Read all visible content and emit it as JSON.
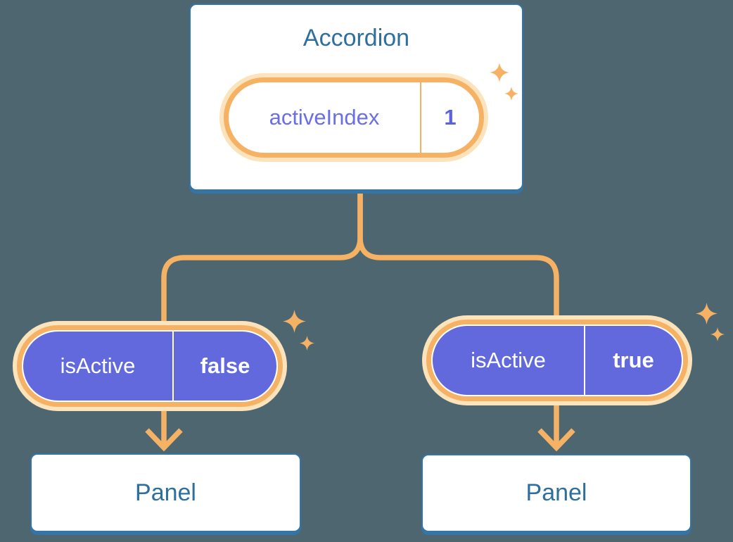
{
  "colors": {
    "background": "#4d6670",
    "box-border-blue": "#3475a5",
    "heading-blue": "#2f6f9e",
    "orange": "#f5b264",
    "cream": "#fce3bb",
    "purple": "#6269dd",
    "purple-label": "#6a6fe8",
    "purple-value": "#5c63da"
  },
  "accordion": {
    "title": "Accordion",
    "state_pill": {
      "label": "activeIndex",
      "value": "1"
    }
  },
  "children": {
    "left": {
      "prop_pill": {
        "label": "isActive",
        "value": "false"
      },
      "panel": {
        "label": "Panel"
      }
    },
    "right": {
      "prop_pill": {
        "label": "isActive",
        "value": "true"
      },
      "panel": {
        "label": "Panel"
      }
    }
  },
  "icons": {
    "sparkle": "✦"
  }
}
